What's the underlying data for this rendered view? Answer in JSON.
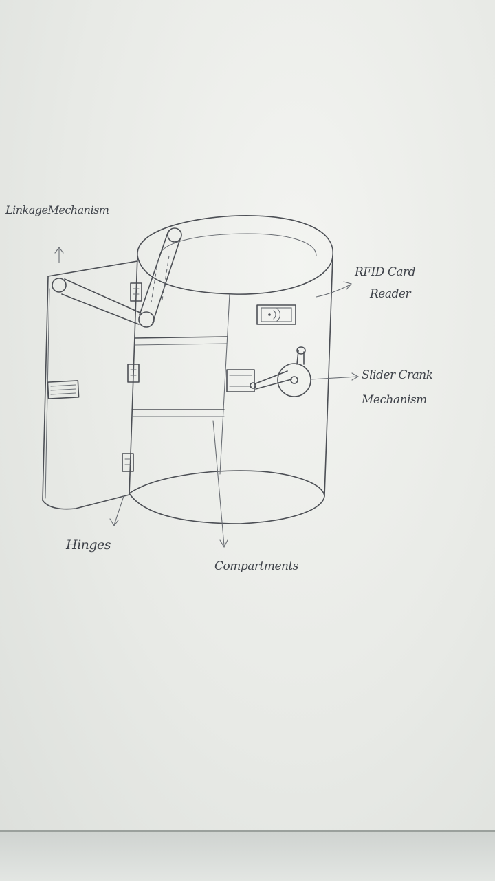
{
  "labels": {
    "linkage": "LinkageMechanism",
    "rfid_line1": "RFID Card",
    "rfid_line2": "Reader",
    "slider_line1": "Slider Crank",
    "slider_line2": "Mechanism",
    "hinges": "Hinges",
    "compartments": "Compartments"
  }
}
